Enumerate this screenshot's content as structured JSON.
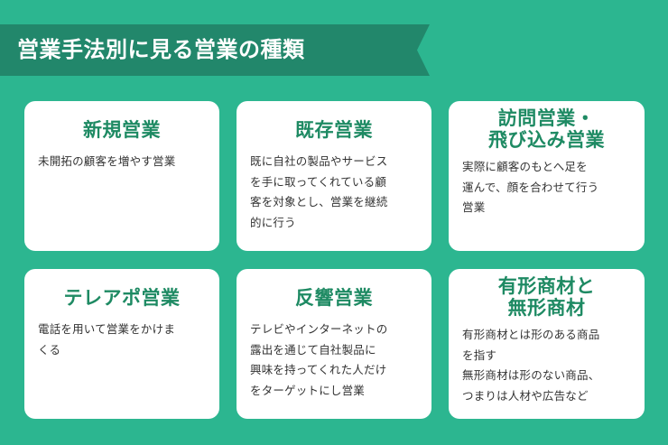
{
  "header": {
    "title": "営業手法別に見る営業の種類"
  },
  "colors": {
    "background": "#2cb690",
    "ribbon": "#22876b",
    "card_background": "#ffffff",
    "card_title": "#1e8a63",
    "card_body": "#333333"
  },
  "cards": [
    {
      "title": "新規営業",
      "description": "未開拓の顧客を増やす営業"
    },
    {
      "title": "既存営業",
      "description": "既に自社の製品やサービス\nを手に取ってくれている顧\n客を対象とし、営業を継続\n的に行う"
    },
    {
      "title": "訪問営業・\n飛び込み営業",
      "description": "実際に顧客のもとへ足を\n運んで、顔を合わせて行う\n営業"
    },
    {
      "title": "テレアポ営業",
      "description": "電話を用いて営業をかけま\nくる"
    },
    {
      "title": "反響営業",
      "description": "テレビやインターネットの\n露出を通じて自社製品に\n興味を持ってくれた人だけ\nをターゲットにし営業"
    },
    {
      "title": "有形商材と\n無形商材",
      "description": "有形商材とは形のある商品\nを指す\n無形商材は形のない商品、\nつまりは人材や広告など"
    }
  ]
}
